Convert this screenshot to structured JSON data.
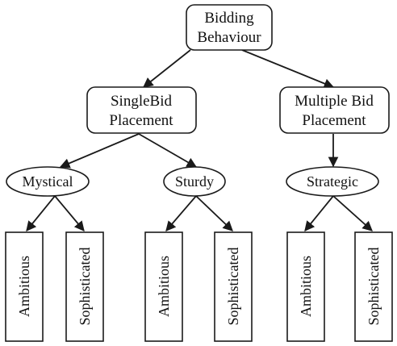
{
  "root": {
    "line1": "Bidding",
    "line2": "Behaviour"
  },
  "single": {
    "line1": "SingleBid",
    "line2": "Placement"
  },
  "multiple": {
    "line1": "Multiple Bid",
    "line2": "Placement"
  },
  "ovals": {
    "mystical": "Mystical",
    "sturdy": "Sturdy",
    "strategic": "Strategic"
  },
  "leaves": {
    "mystical_ambitious": "Ambitious",
    "mystical_sophisticated": "Sophisticated",
    "sturdy_ambitious": "Ambitious",
    "sturdy_sophisticated": "Sophisticated",
    "strategic_ambitious": "Ambitious",
    "strategic_sophisticated": "Sophisticated"
  }
}
